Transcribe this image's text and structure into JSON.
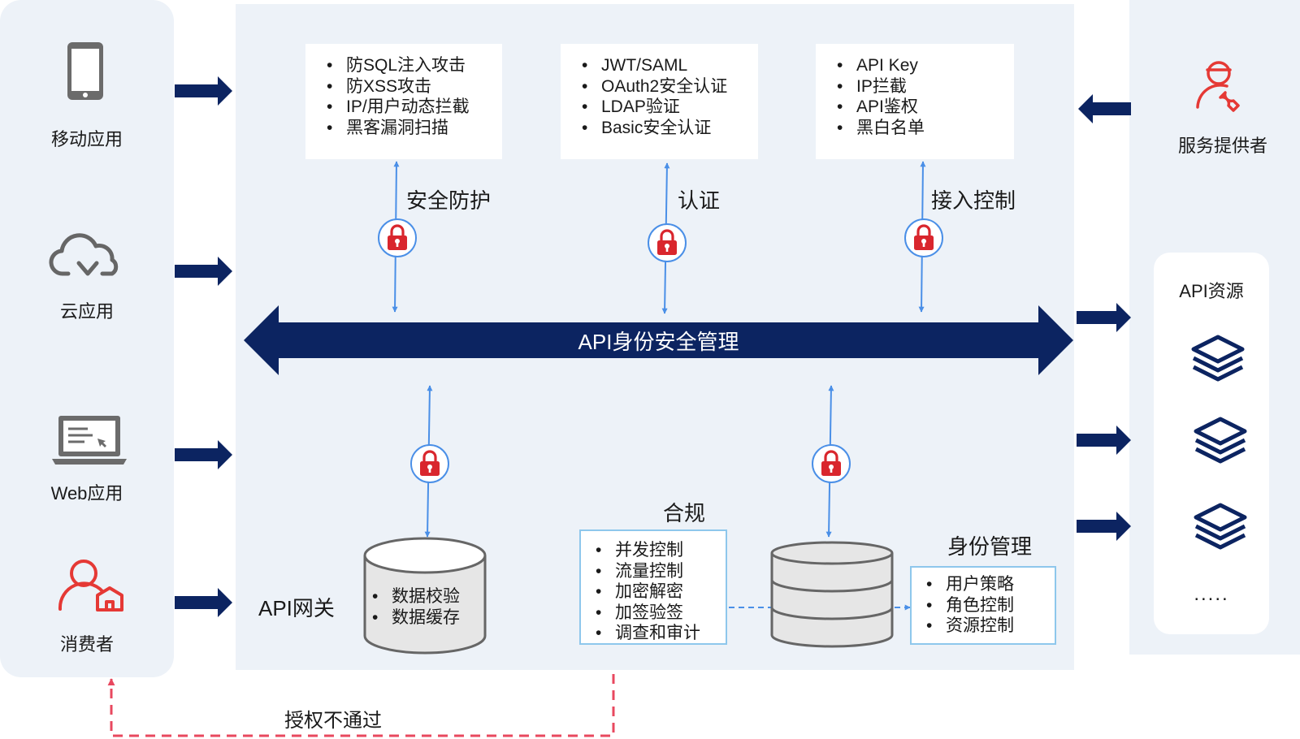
{
  "left_panel": {
    "items": [
      {
        "label": "移动应用",
        "icon": "mobile-phone-icon"
      },
      {
        "label": "云应用",
        "icon": "cloud-app-icon"
      },
      {
        "label": "Web应用",
        "icon": "laptop-icon"
      },
      {
        "label": "消费者",
        "icon": "consumer-user-icon"
      }
    ]
  },
  "right_panel": {
    "provider": {
      "label": "服务提供者",
      "icon": "service-provider-icon"
    },
    "api_resources": {
      "title": "API资源",
      "more": "....."
    }
  },
  "top_modules": [
    {
      "heading": "安全防护",
      "items": [
        "防SQL注入攻击",
        "防XSS攻击",
        "IP/用户动态拦截",
        "黑客漏洞扫描"
      ]
    },
    {
      "heading": "认证",
      "items": [
        "JWT/SAML",
        "OAuth2安全认证",
        "LDAP验证",
        "Basic安全认证"
      ]
    },
    {
      "heading": "接入控制",
      "items": [
        "API Key",
        "IP拦截",
        "API鉴权",
        "黑白名单"
      ]
    }
  ],
  "central_bar": {
    "label": "API身份安全管理"
  },
  "gateway": {
    "label": "API网关",
    "items": [
      "数据校验",
      "数据缓存"
    ]
  },
  "compliance": {
    "heading": "合规",
    "items": [
      "并发控制",
      "流量控制",
      "加密解密",
      "加签验签",
      "调查和审计"
    ]
  },
  "identity": {
    "heading": "身份管理",
    "items": [
      "用户策略",
      "角色控制",
      "资源控制"
    ]
  },
  "auth_fail": {
    "label": "授权不通过"
  },
  "colors": {
    "navy": "#0c2461",
    "lock_red": "#d9262d",
    "line_blue": "#4a8fe7",
    "panel_bg": "#edf2f8",
    "box_border": "#8ec7ec",
    "dashed_red": "#e8485f"
  }
}
